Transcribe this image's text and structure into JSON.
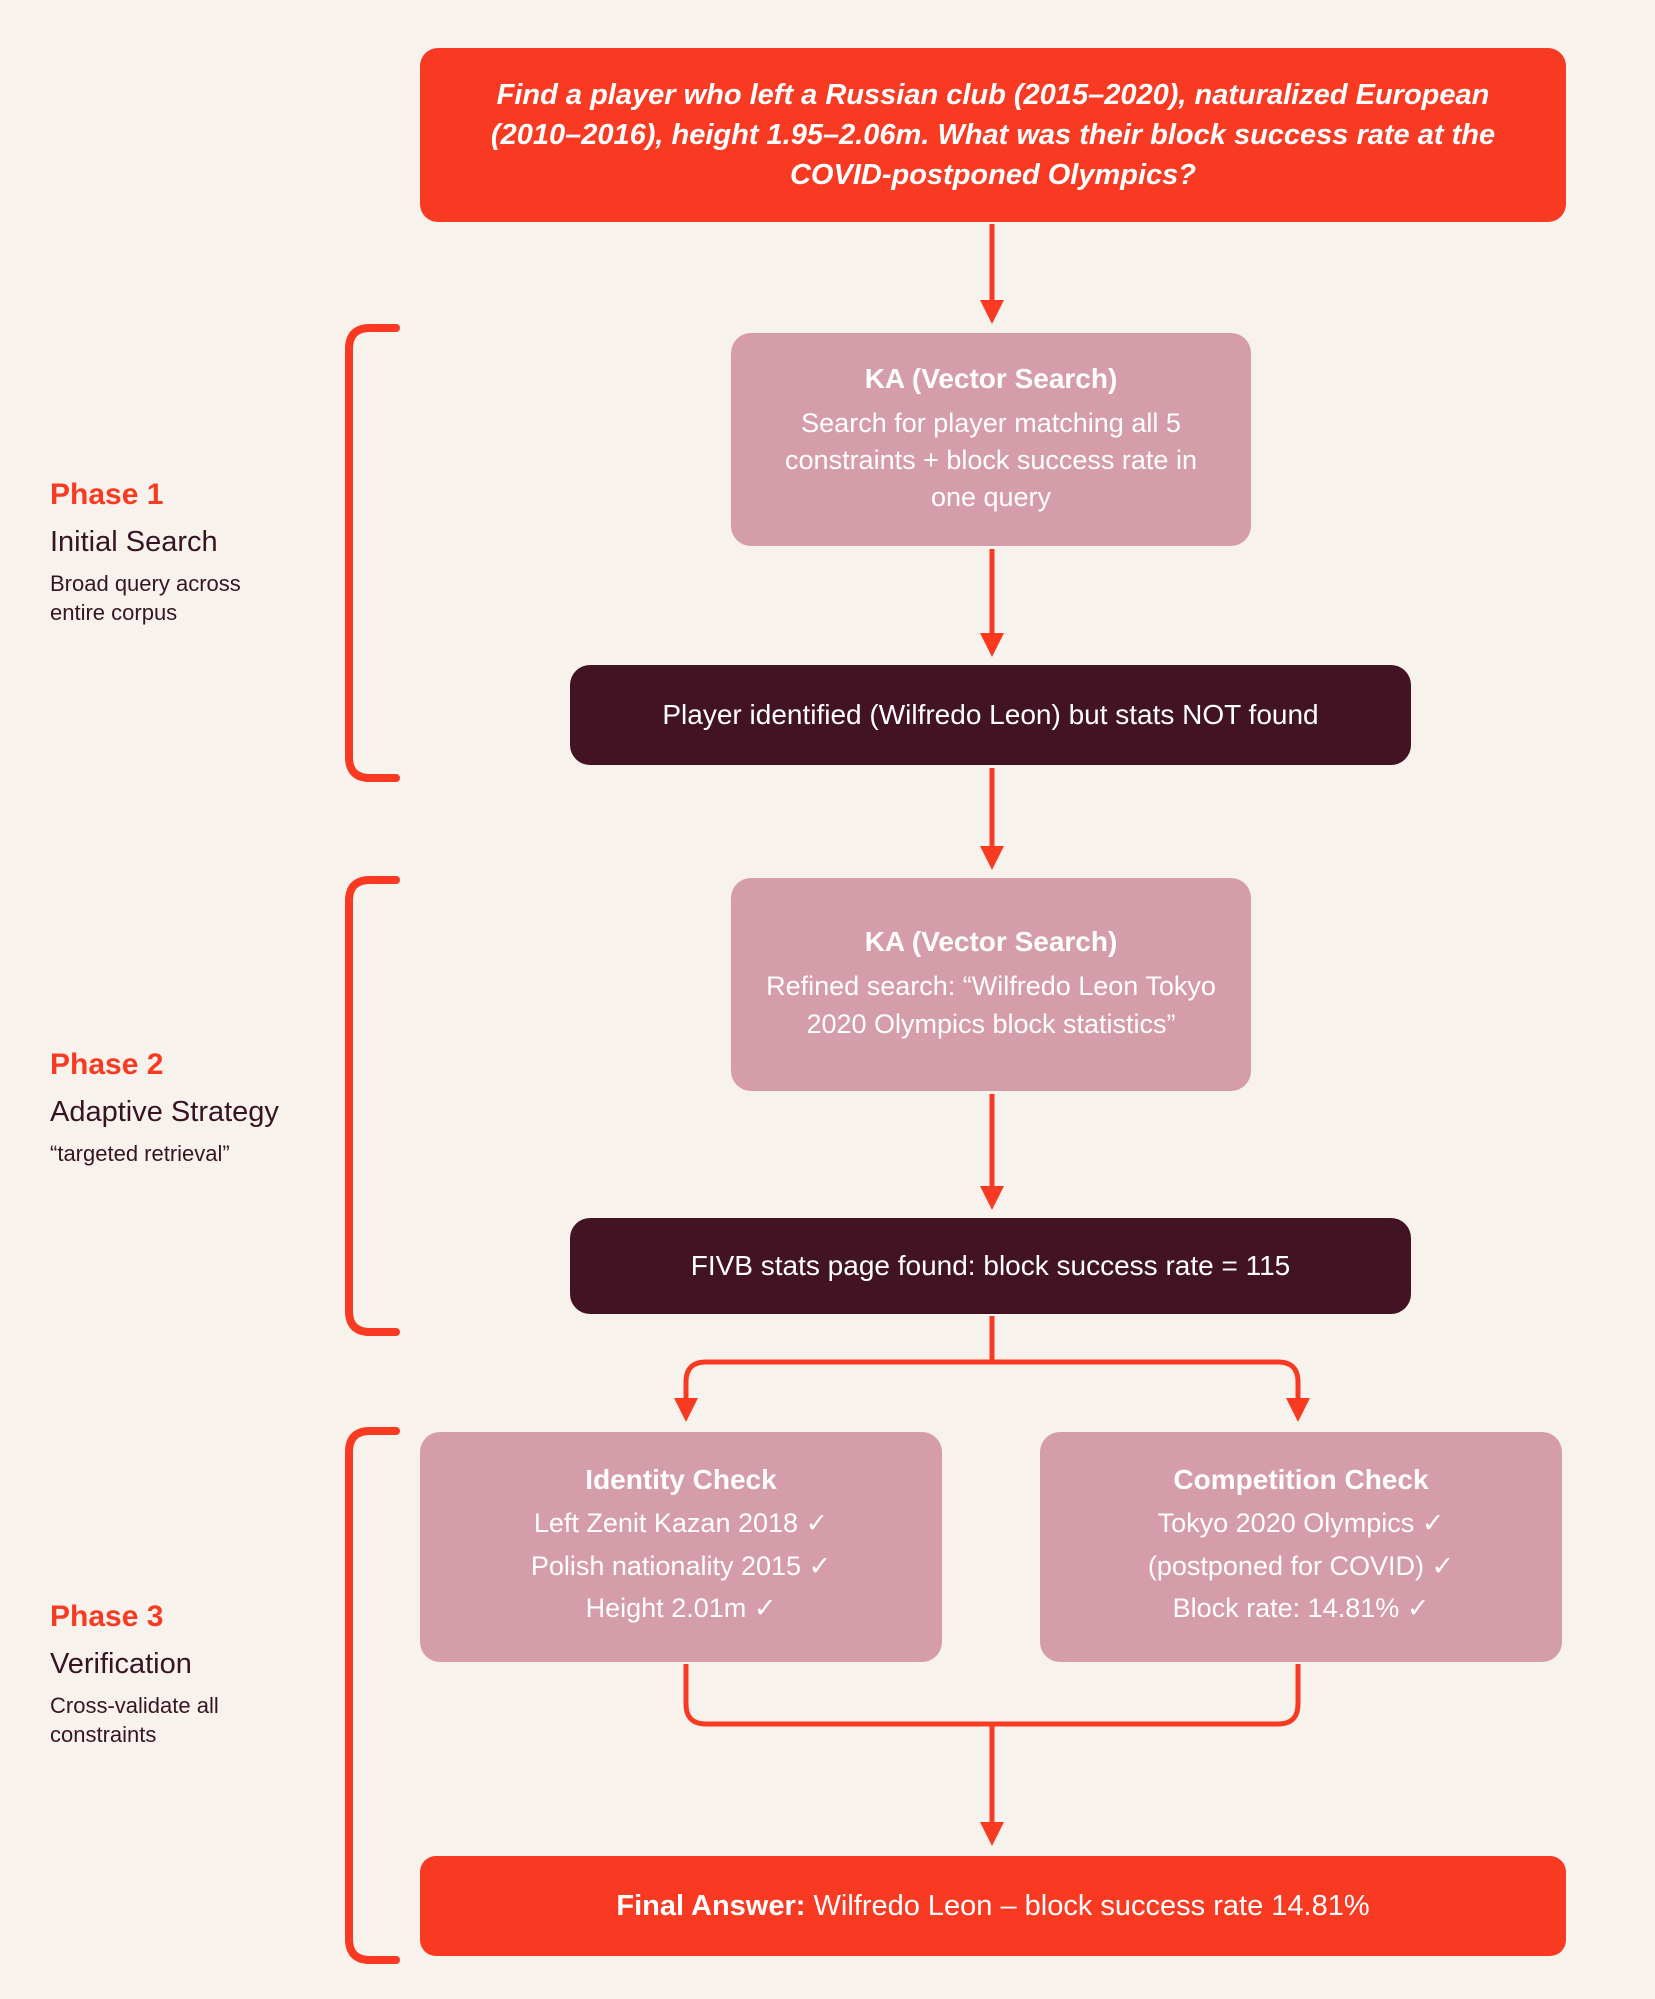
{
  "colors": {
    "background": "#f7f3ec",
    "accent_red": "#f93a22",
    "pink": "#d59da9",
    "dark_maroon": "#421322",
    "text_dark": "#371425",
    "white": "#ffffff"
  },
  "question": {
    "text": "Find a player who left a Russian club (2015–2020), naturalized European (2010–2016), height 1.95–2.06m. What was their block success rate at the COVID-postponed Olympics?"
  },
  "phases": [
    {
      "label": "Phase 1",
      "title": "Initial Search",
      "subtitle": "Broad query across entire corpus"
    },
    {
      "label": "Phase 2",
      "title": "Adaptive Strategy",
      "subtitle": "“targeted retrieval”"
    },
    {
      "label": "Phase 3",
      "title": "Verification",
      "subtitle": "Cross-validate all constraints"
    }
  ],
  "steps": {
    "search1": {
      "title": "KA (Vector Search)",
      "body": "Search for player matching all 5 constraints + block success rate in one query"
    },
    "result1": {
      "text": "Player identified (Wilfredo Leon) but stats NOT found"
    },
    "search2": {
      "title": "KA (Vector Search)",
      "body": "Refined search: “Wilfredo Leon Tokyo 2020 Olympics block statistics”"
    },
    "result2": {
      "text": "FIVB stats page found: block success rate = 115"
    },
    "identity_check": {
      "title": "Identity Check",
      "items": [
        "Left Zenit Kazan 2018 ✓",
        "Polish nationality 2015 ✓",
        "Height 2.01m ✓"
      ]
    },
    "competition_check": {
      "title": "Competition Check",
      "items": [
        "Tokyo 2020 Olympics ✓",
        "(postponed for COVID) ✓",
        "Block rate: 14.81% ✓"
      ]
    },
    "final_answer": {
      "label": "Final Answer:",
      "text": "Wilfredo Leon – block success rate 14.81%"
    }
  }
}
